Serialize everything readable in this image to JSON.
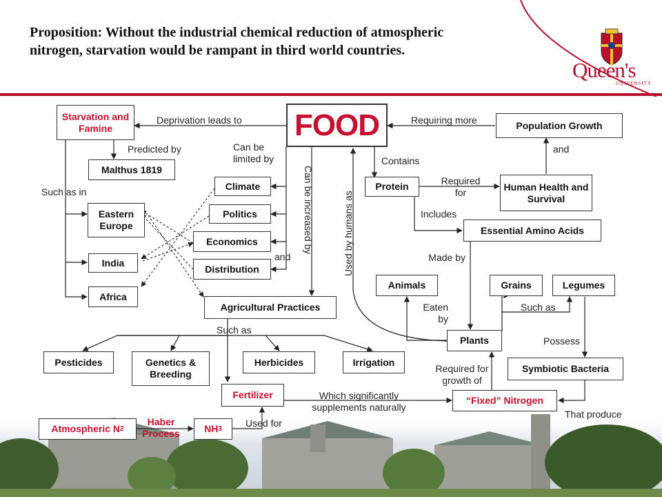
{
  "header": {
    "title": "Proposition: Without the industrial chemical reduction of atmospheric nitrogen, starvation would be rampant in third world countries.",
    "logo_text": "Queen's",
    "logo_sub": "UNIVERSITY"
  },
  "nodes": {
    "food": "FOOD",
    "starvation": "Starvation and Famine",
    "malthus": "Malthus 1819",
    "eastern_europe": "Eastern Europe",
    "india": "India",
    "africa": "Africa",
    "climate": "Climate",
    "politics": "Politics",
    "economics": "Economics",
    "distribution": "Distribution",
    "agri": "Agricultural Practices",
    "pesticides": "Pesticides",
    "genetics": "Genetics & Breeding",
    "herbicides": "Herbicides",
    "irrigation": "Irrigation",
    "fertilizer": "Fertilizer",
    "atm_n2": "Atmospheric N",
    "atm_n2_sub": "2",
    "nh3": "NH",
    "nh3_sub": "3",
    "population": "Population Growth",
    "protein": "Protein",
    "human_health": "Human Health and Survival",
    "amino": "Essential Amino Acids",
    "animals": "Animals",
    "grains": "Grains",
    "legumes": "Legumes",
    "plants": "Plants",
    "symbiotic": "Symbiotic Bacteria",
    "fixed_n": "“Fixed” Nitrogen"
  },
  "labels": {
    "deprivation": "Deprivation leads to",
    "predicted_by": "Predicted by",
    "such_as_in": "Such as in",
    "can_be_limited": "Can be limited by",
    "and_dist": "and",
    "can_be_increased": "Can be increased by",
    "used_by_humans": "Used by humans as",
    "requiring_more": "Requiring more",
    "and_pop": "and",
    "contains": "Contains",
    "required_for": "Required for",
    "includes": "Includes",
    "made_by": "Made by",
    "eaten_by": "Eaten by",
    "such_as_grains": "Such as",
    "possess": "Possess",
    "such_as_agri": "Such as",
    "required_growth": "Required for growth of",
    "which_supplements": "Which significantly supplements naturally",
    "that_produce": "That produce",
    "used_for": "Used for",
    "haber": "Haber Process"
  }
}
